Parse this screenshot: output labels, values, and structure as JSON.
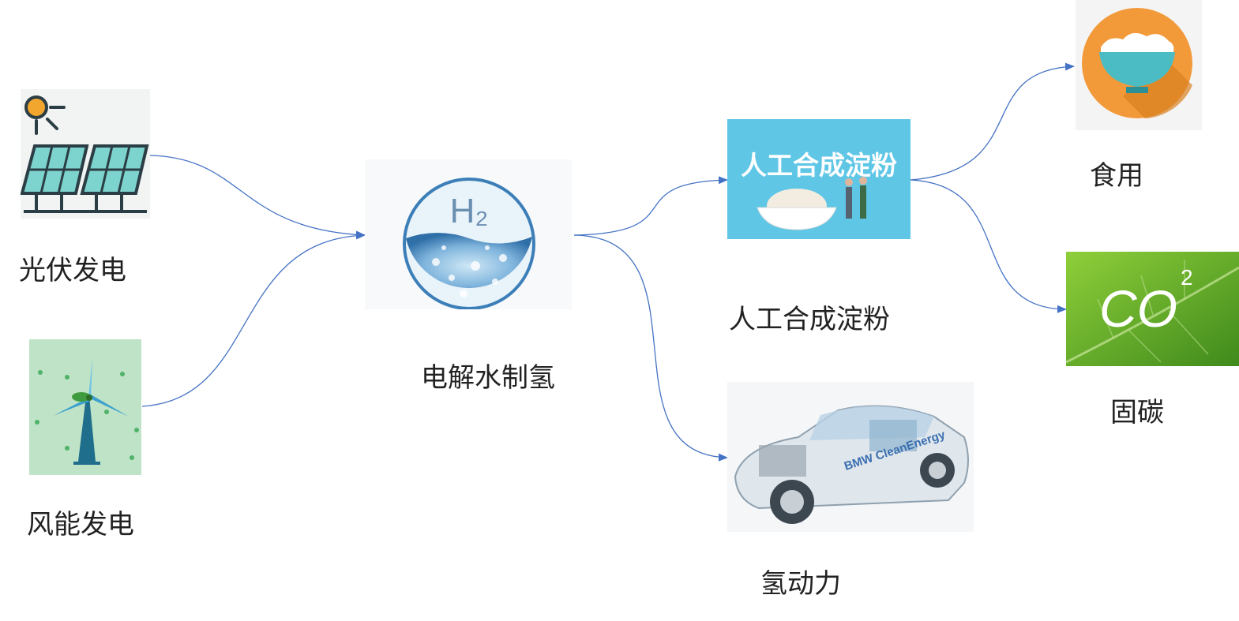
{
  "nodes": {
    "solar": {
      "label": "光伏发电",
      "icon": "solar-panel-icon"
    },
    "wind": {
      "label": "风能发电",
      "icon": "wind-turbine-icon"
    },
    "electrolysis": {
      "label": "电解水制氢",
      "icon": "hydrogen-bubble-icon",
      "icon_text": "H₂"
    },
    "starch": {
      "label": "人工合成淀粉",
      "icon": "starch-bowl-image",
      "banner_text": "人工合成淀粉"
    },
    "hydrogen_power": {
      "label": "氢动力",
      "icon": "hydrogen-car-image",
      "car_text": "BMW CleanEnergy"
    },
    "food": {
      "label": "食用",
      "icon": "rice-bowl-icon"
    },
    "carbon": {
      "label": "固碳",
      "icon": "co2-leaf-image",
      "co2_text": "CO",
      "co2_sup": "2"
    }
  },
  "edges": [
    {
      "from": "solar",
      "to": "electrolysis"
    },
    {
      "from": "wind",
      "to": "electrolysis"
    },
    {
      "from": "electrolysis",
      "to": "starch"
    },
    {
      "from": "electrolysis",
      "to": "hydrogen_power"
    },
    {
      "from": "starch",
      "to": "food"
    },
    {
      "from": "starch",
      "to": "carbon"
    }
  ],
  "colors": {
    "arrow": "#4472c4",
    "label": "#222222"
  }
}
